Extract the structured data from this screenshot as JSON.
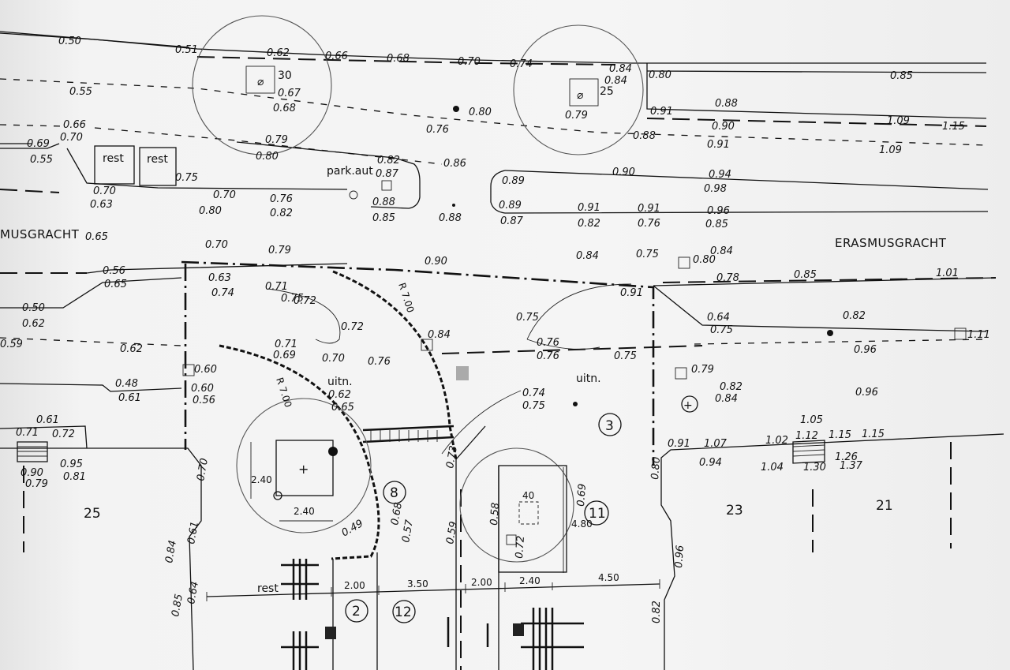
{
  "streets": {
    "left": "MUSGRACHT",
    "right": "ERASMUSGRACHT"
  },
  "house_numbers": [
    "25",
    "23",
    "21"
  ],
  "labels": {
    "rest": "rest",
    "park_aut": "park.aut",
    "uitn": "uitn."
  },
  "object_numbers": [
    "2",
    "3",
    "8",
    "11",
    "12"
  ],
  "tree_sizes": [
    "30",
    "25",
    "40"
  ],
  "dimensions": [
    "2.00",
    "3.50",
    "2.00",
    "2.40",
    "4.50",
    "2.40",
    "2.40",
    "4.80"
  ],
  "radius_labels": [
    "R 7.00",
    "R 7.00"
  ],
  "elevations": [
    "0.50",
    "0.51",
    "0.62",
    "0.66",
    "0.68",
    "0.70",
    "0.74",
    "0.84",
    "0.84",
    "0.80",
    "0.85",
    "0.55",
    "0.67",
    "0.68",
    "0.79",
    "0.80",
    "0.76",
    "0.91",
    "0.88",
    "0.88",
    "0.90",
    "1.09",
    "1.15",
    "0.66",
    "0.70",
    "0.69",
    "0.55",
    "0.79",
    "0.80",
    "0.82",
    "0.86",
    "0.87",
    "0.90",
    "0.94",
    "0.91",
    "1.09",
    "0.75",
    "0.70",
    "0.76",
    "0.88",
    "0.89",
    "0.98",
    "0.70",
    "0.63",
    "0.80",
    "0.82",
    "0.85",
    "0.88",
    "0.89",
    "0.91",
    "0.91",
    "0.96",
    "0.87",
    "0.82",
    "0.76",
    "0.85",
    "0.65",
    "0.70",
    "0.79",
    "0.90",
    "0.84",
    "0.75",
    "0.80",
    "0.84",
    "0.56",
    "0.65",
    "0.63",
    "0.74",
    "0.71",
    "0.72",
    "0.75",
    "0.91",
    "0.78",
    "0.85",
    "1.01",
    "0.50",
    "0.62",
    "0.59",
    "0.62",
    "0.72",
    "0.71",
    "0.69",
    "0.70",
    "0.76",
    "0.84",
    "0.75",
    "0.76",
    "0.76",
    "0.75",
    "0.64",
    "0.75",
    "0.82",
    "0.96",
    "1.11",
    "0.60",
    "0.48",
    "0.61",
    "0.60",
    "0.56",
    "0.62",
    "0.65",
    "0.74",
    "0.75",
    "0.79",
    "0.82",
    "0.84",
    "0.96",
    "0.61",
    "0.71",
    "0.72",
    "0.95",
    "0.81",
    "0.90",
    "0.79",
    "1.05",
    "0.91",
    "1.07",
    "1.02",
    "1.12",
    "1.15",
    "1.15",
    "1.04",
    "1.30",
    "1.26",
    "1.37",
    "0.94",
    "0.70",
    "0.61",
    "0.84",
    "0.64",
    "0.85",
    "0.80",
    "0.96",
    "0.82",
    "0.73",
    "0.59",
    "0.57",
    "0.68",
    "0.49",
    "0.58",
    "0.72",
    "0.69"
  ]
}
